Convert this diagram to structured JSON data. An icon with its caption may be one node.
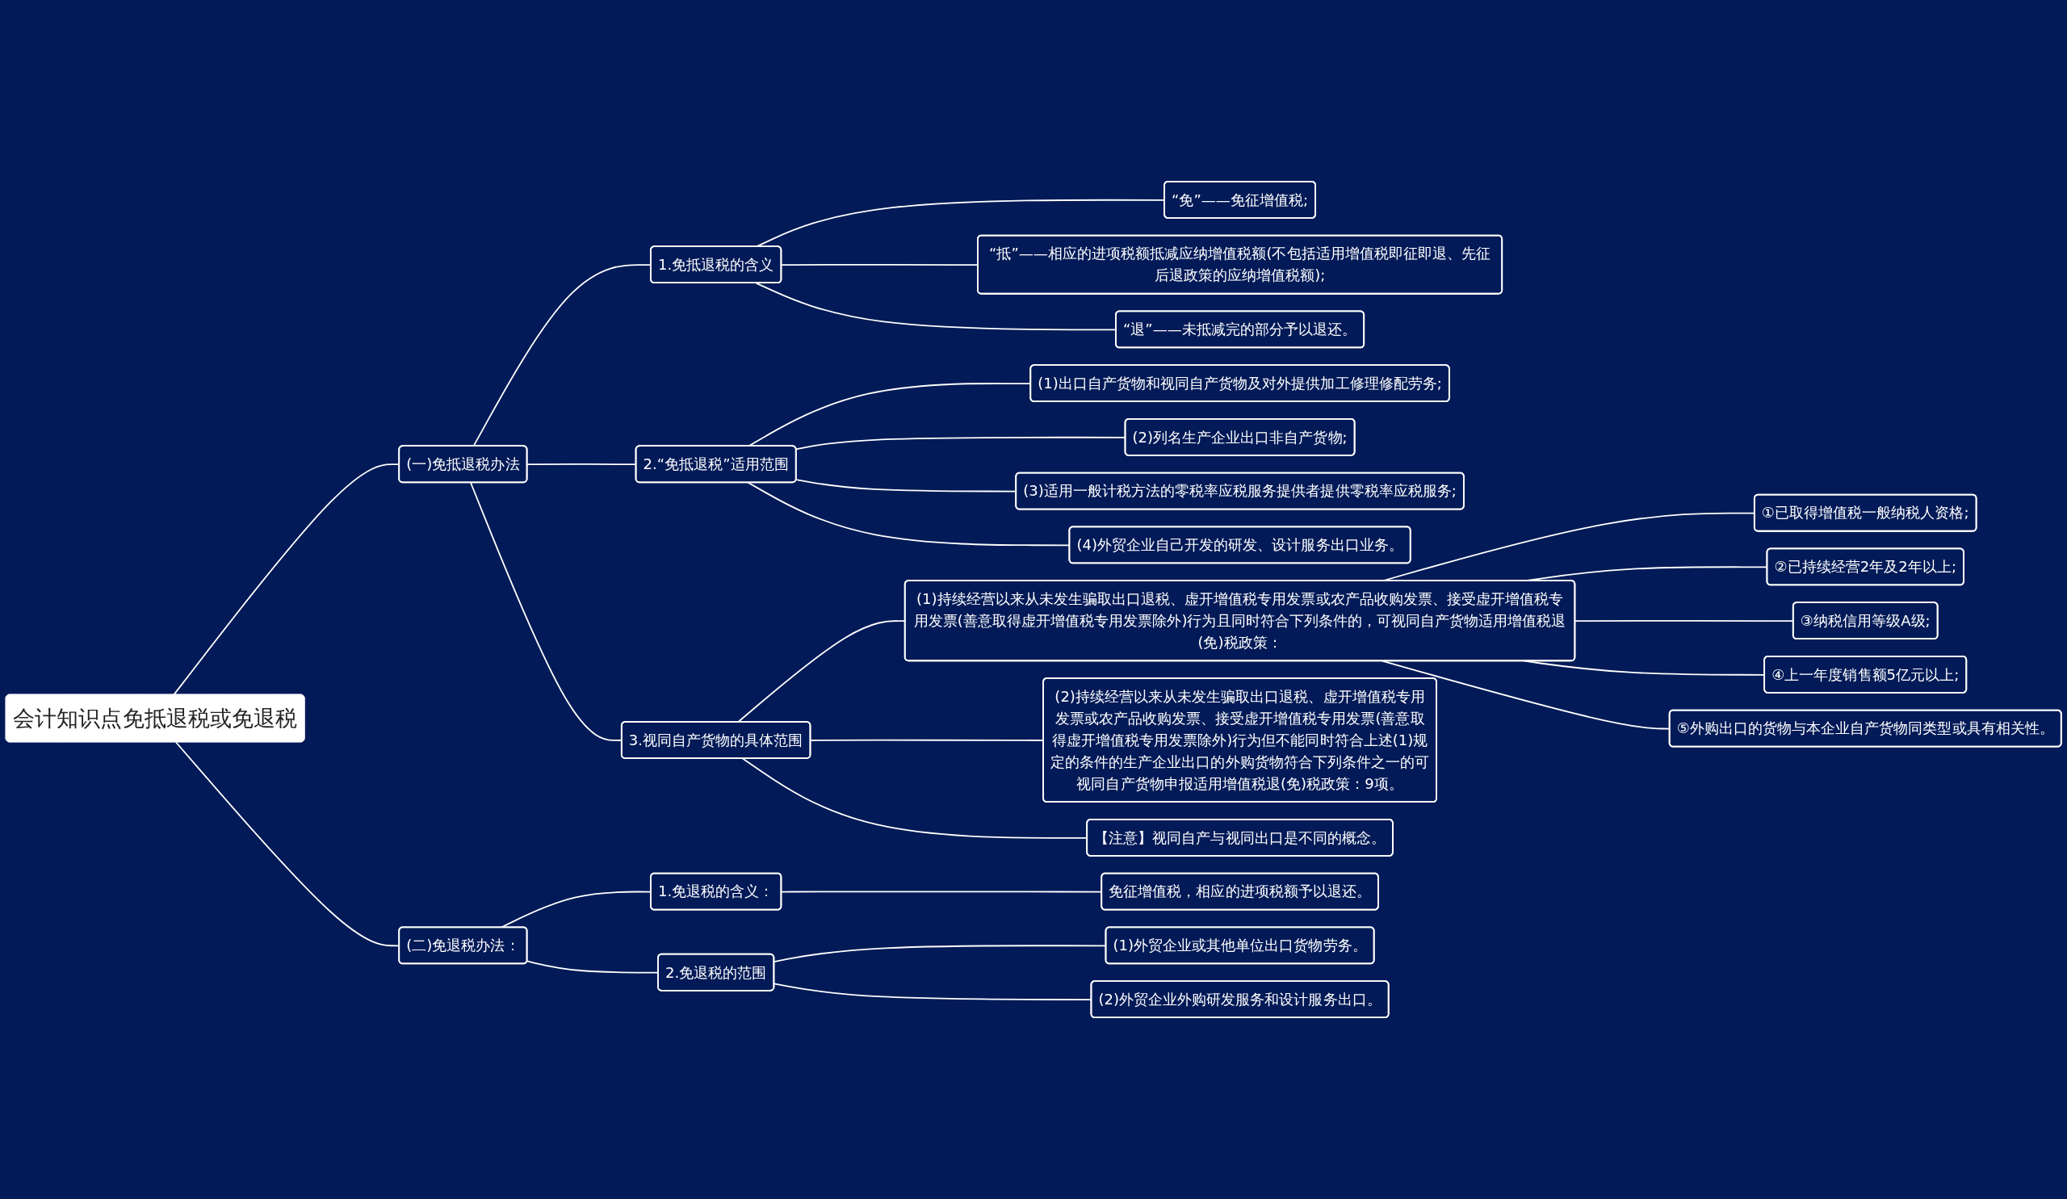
{
  "diagram": {
    "nodes": [
      {
        "text": [
          "会计知识点免抵退税或免退税"
        ]
      },
      {
        "text": [
          "(一)免抵退税办法"
        ]
      },
      {
        "text": [
          "1.免抵退税的含义"
        ]
      },
      {
        "text": [
          "“免”——免征增值税;"
        ]
      },
      {
        "text": [
          "“抵”——相应的进项税额抵减应纳增值税额(不包括适用增值税即征即退、先征后退政策的应纳增值税额);"
        ]
      },
      {
        "text": [
          "“退”——未抵减完的部分予以退还。"
        ]
      },
      {
        "text": [
          "2.“免抵退税”适用范围"
        ]
      },
      {
        "text": [
          "(1)出口自产货物和视同自产货物及对外提供加工修理修配劳务;"
        ]
      },
      {
        "text": [
          "(2)列名生产企业出口非自产货物;"
        ]
      },
      {
        "text": [
          "(3)适用一般计税方法的零税率应税服务提供者提供零税率应税服务;"
        ]
      },
      {
        "text": [
          "(4)外贸企业自己开发的研发、设计服务出口业务。"
        ]
      },
      {
        "text": [
          "3.视同自产货物的具体范围"
        ]
      },
      {
        "text": [
          "(1)持续经营以来从未发生骗取出口退税、虚开增值税专用发票或农产品收购发票、接受虚开增值税专用发票(善意取得虚开增值税专用发票除外)行为且同时符合下列条件的，可视同自产货物适用增值税退(免)税政策："
        ]
      },
      {
        "text": [
          "①已取得增值税一般纳税人资格;"
        ]
      },
      {
        "text": [
          "②已持续经营2年及2年以上;"
        ]
      },
      {
        "text": [
          "③纳税信用等级A级;"
        ]
      },
      {
        "text": [
          "④上一年度销售额5亿元以上;"
        ]
      },
      {
        "text": [
          "⑤外购出口的货物与本企业自产货物同类型或具有相关性。"
        ]
      },
      {
        "text": [
          "(2)持续经营以来从未发生骗取出口退税、虚开增值税专用发票或农产品收购发票、接受虚开增值税专用发票(善意取得虚开增值税专用发票除外)行为但不能同时符合上述(1)规定的条件的生产企业出口的外购货物符合下列条件之一的可视同自产货物申报适用增值税退(免)税政策：9项。"
        ]
      },
      {
        "text": [
          "【注意】视同自产与视同出口是不同的概念。"
        ]
      },
      {
        "text": [
          "(二)免退税办法："
        ]
      },
      {
        "text": [
          "1.免退税的含义："
        ]
      },
      {
        "text": [
          "免征增值税，相应的进项税额予以退还。"
        ]
      },
      {
        "text": [
          "2.免退税的范围"
        ]
      },
      {
        "text": [
          "(1)外贸企业或其他单位出口货物劳务。"
        ]
      },
      {
        "text": [
          "(2)外贸企业外购研发服务和设计服务出口。"
        ]
      }
    ],
    "edges": [
      {
        "from": 0,
        "to": 1,
        "arrow": "none"
      },
      {
        "from": 1,
        "to": 2,
        "arrow": "none"
      },
      {
        "from": 2,
        "to": 3,
        "arrow": "none"
      },
      {
        "from": 2,
        "to": 4,
        "arrow": "none"
      },
      {
        "from": 2,
        "to": 5,
        "arrow": "none"
      },
      {
        "from": 1,
        "to": 6,
        "arrow": "none"
      },
      {
        "from": 6,
        "to": 7,
        "arrow": "none"
      },
      {
        "from": 6,
        "to": 8,
        "arrow": "none"
      },
      {
        "from": 6,
        "to": 9,
        "arrow": "none"
      },
      {
        "from": 6,
        "to": 10,
        "arrow": "none"
      },
      {
        "from": 1,
        "to": 11,
        "arrow": "none"
      },
      {
        "from": 11,
        "to": 12,
        "arrow": "none"
      },
      {
        "from": 12,
        "to": 13,
        "arrow": "none"
      },
      {
        "from": 12,
        "to": 14,
        "arrow": "none"
      },
      {
        "from": 12,
        "to": 15,
        "arrow": "none"
      },
      {
        "from": 12,
        "to": 16,
        "arrow": "none"
      },
      {
        "from": 12,
        "to": 17,
        "arrow": "none"
      },
      {
        "from": 11,
        "to": 18,
        "arrow": "none"
      },
      {
        "from": 11,
        "to": 19,
        "arrow": "none"
      },
      {
        "from": 0,
        "to": 20,
        "arrow": "none"
      },
      {
        "from": 20,
        "to": 21,
        "arrow": "none"
      },
      {
        "from": 21,
        "to": 22,
        "arrow": "none"
      },
      {
        "from": 20,
        "to": 23,
        "arrow": "none"
      },
      {
        "from": 23,
        "to": 24,
        "arrow": "none"
      },
      {
        "from": 23,
        "to": 25,
        "arrow": "none"
      }
    ]
  }
}
